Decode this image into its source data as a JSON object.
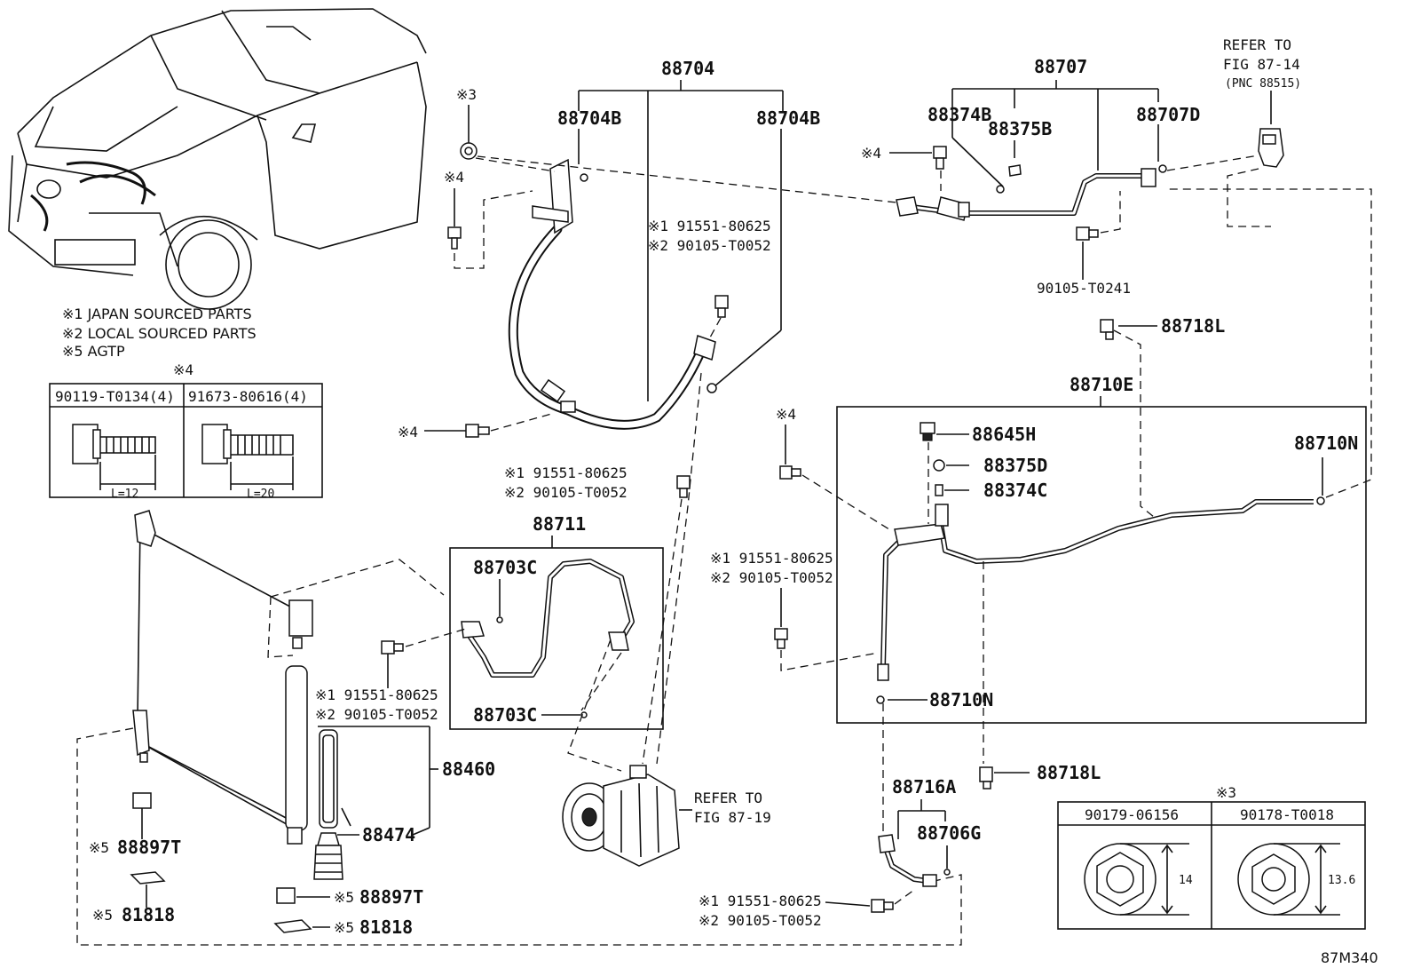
{
  "notes": {
    "n1": "※1 JAPAN SOURCED PARTS",
    "n2": "※2 LOCAL SOURCED PARTS",
    "n5": "※5 AGTP"
  },
  "bolt_table": {
    "mark": "※4",
    "bolt1_pn": "90119-T0134(4)",
    "bolt1_len": "L=12",
    "bolt2_pn": "91673-80616(4)",
    "bolt2_len": "L=20"
  },
  "nut_table": {
    "mark": "※3",
    "nut1_pn": "90179-06156",
    "nut1_size": "14",
    "nut2_pn": "90178-T0018",
    "nut2_size": "13.6"
  },
  "marks": {
    "m3": "※3",
    "m4": "※4",
    "m5": "※5"
  },
  "bolt_callout": {
    "line1": "※1 91551-80625",
    "line2": "※2 90105-T0052"
  },
  "parts": {
    "p88704": "88704",
    "p88704B": "88704B",
    "p88707": "88707",
    "p88374B": "88374B",
    "p88375B": "88375B",
    "p88707D": "88707D",
    "p90105_T0241": "90105-T0241",
    "p88718L": "88718L",
    "p88710E": "88710E",
    "p88645H": "88645H",
    "p88375D": "88375D",
    "p88374C": "88374C",
    "p88710N": "88710N",
    "p88711": "88711",
    "p88703C": "88703C",
    "p88460": "88460",
    "p88474": "88474",
    "p88897T": "88897T",
    "p81818": "81818",
    "p88716A": "88716A",
    "p88706G": "88706G"
  },
  "refs": {
    "refer_to": "REFER TO",
    "fig_87_14": "FIG 87-14",
    "pnc": "(PNC 88515)",
    "fig_87_19": "FIG 87-19"
  },
  "figure_id": "87M340"
}
